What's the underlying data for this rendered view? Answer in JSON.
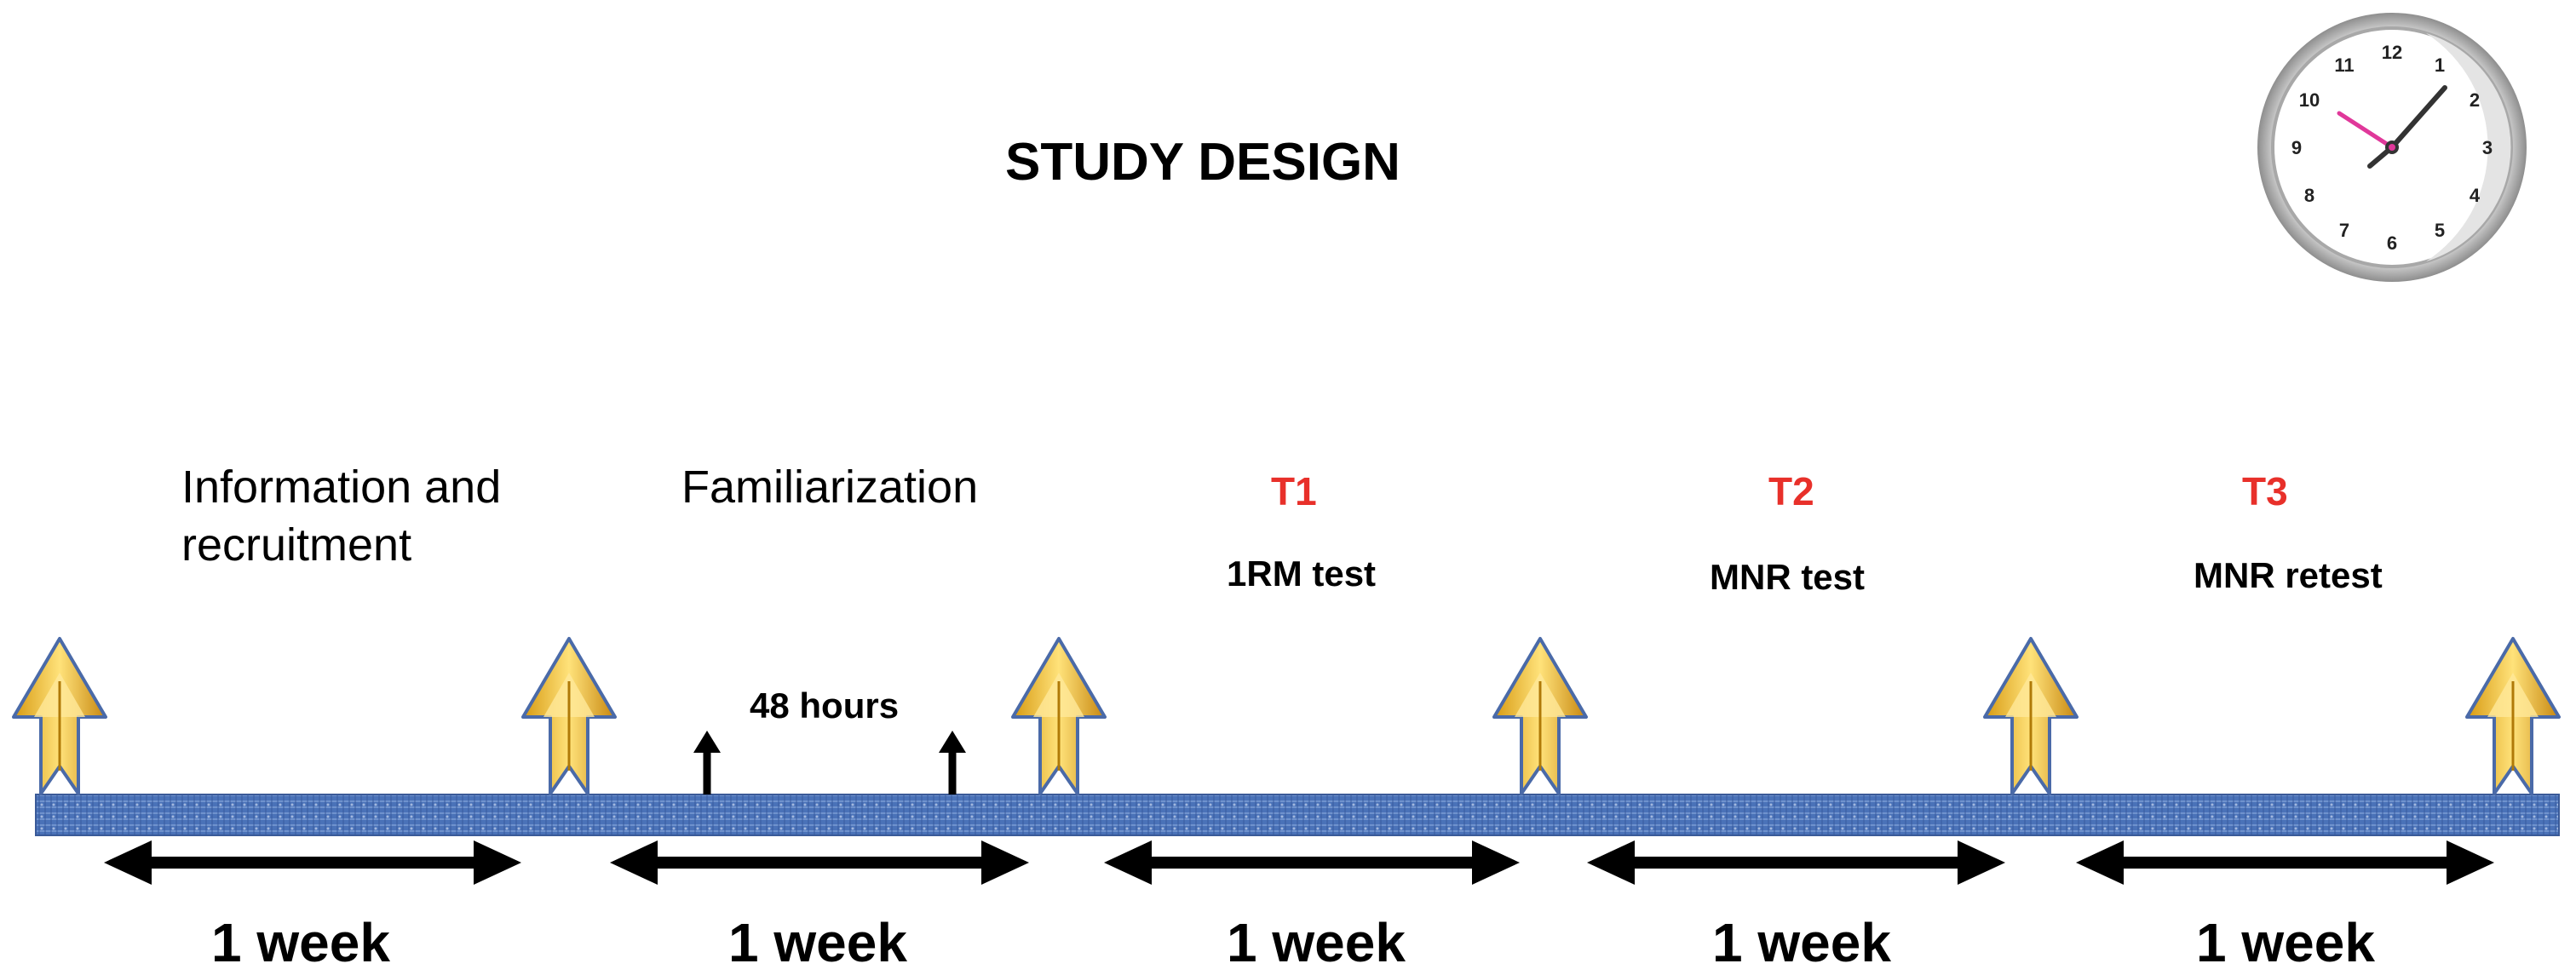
{
  "title": "STUDY DESIGN",
  "colors": {
    "timepoint": "#e8302a",
    "bar": "#4a72b8",
    "arrow_fill": "#f2c230",
    "arrow_edge": "#4a6aa8"
  },
  "phases": [
    {
      "label_line1": "Information and",
      "label_line2": "recruitment",
      "duration": "1 week"
    },
    {
      "label": "Familiarization",
      "interval": "48 hours",
      "duration": "1 week"
    },
    {
      "timepoint": "T1",
      "test": "1RM test",
      "duration": "1 week"
    },
    {
      "timepoint": "T2",
      "test": "MNR test",
      "duration": "1 week"
    },
    {
      "timepoint": "T3",
      "test": "MNR retest",
      "duration": "1 week"
    }
  ],
  "clock": {
    "icon": "clock-icon",
    "numbers": [
      "12",
      "1",
      "2",
      "3",
      "4",
      "5",
      "6",
      "7",
      "8",
      "9",
      "10",
      "11"
    ]
  }
}
